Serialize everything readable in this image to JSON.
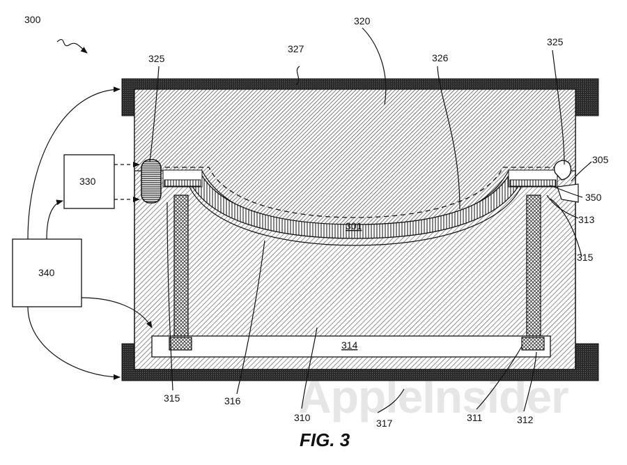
{
  "figure": {
    "caption": "FIG. 3"
  },
  "watermark": {
    "text": "AppleInsider"
  },
  "labels": {
    "r300": "300",
    "r320": "320",
    "r327": "327",
    "r326": "326",
    "r325_left": "325",
    "r325_right": "325",
    "r305": "305",
    "r330": "330",
    "r340": "340",
    "r350": "350",
    "r313": "313",
    "r315_right": "315",
    "r315_left": "315",
    "r301": "301",
    "r314": "314",
    "r316": "316",
    "r310": "310",
    "r317": "317",
    "r311": "311",
    "r312": "312"
  },
  "colors": {
    "ink": "#111111",
    "frame": "#2b2b2b",
    "watermark": "#e6e6e6"
  }
}
